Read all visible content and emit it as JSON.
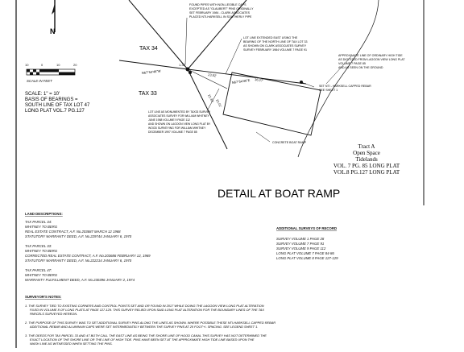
{
  "north_arrow": {
    "label": "N"
  },
  "scale_bar": {
    "ticks": [
      "10",
      "0",
      "10",
      "20"
    ],
    "unit": "SCALE IN FEET",
    "ratio": "SCALE: 1\" = 10'"
  },
  "basis": [
    "BASIS OF BEARINGS =",
    "SOUTH LINE OF TAX LOT 47",
    "LONG PLAT VOL.7 PG.127"
  ],
  "map": {
    "tax34": "TAX 34",
    "tax33": "TAX 33",
    "bearing_main": "N67°54'46\"W",
    "bearing_rotated": "N67°54'46\"E",
    "dim_a": "1.32'",
    "dim_b": "23.52'",
    "dim_c": "36.27'",
    "dim_d": "22.33'",
    "dim_e": "20.01'",
    "note_pipes": [
      "FOUND PIPES WITH NON-LEGIBLE CAPS",
      "EXCEPTED AS \"GLAUBERT\" PINS ORIGINALLY",
      "SET FEBRUARY 1984 - CLARK ASSOCIATES",
      "PLACED NTI-HARKSELL IN SOUTHERLY PIPE"
    ],
    "note_lot_line": [
      "LOT LINE EXTENDED EAST USING THE",
      "BEARING OF THE NORTH LINE OF TAX LOT 33",
      "AS SHOWN ON CLARK ASSOCIATES SURVEY",
      "SURVEY FEBRUARY 1984 VOLUME 7 PAGE 91"
    ],
    "note_high_tide": [
      "APPROXIMATE LINE OF ORDINARY HIGH TIDE",
      "AS DIGITIZED FROM LAGOON VIEW LONG PLAT",
      "VOLUME 7 PAGE 85",
      "AND AS SEEN ON THE GROUND"
    ],
    "note_rebar": [
      "SET NTI - HARKSELL CAPPED REBAR",
      "SEE SHEET 1"
    ],
    "note_lot_monument": [
      "LOT LINE AS MONUMENTED BY TAX33 SURVEY",
      "ASSOCIATES SURVEY FOR WILLIAM WHITNEY",
      "JUNE 1988 VOLUME 9 PAGE 112",
      "AND SHOWN ON LAGOON VIEW LONG PLAT BY",
      "WOOD SURVEYING FOR WILLIAM WHITNEY",
      "DECEMBER 1997 VOLUME 7 PAGE 85"
    ],
    "note_ramp": "CONCRETE BOAT RAMP",
    "tract_lines": [
      "Tract A",
      "Open Space",
      "Tidelands",
      "VOL. 7 PG. 85 LONG PLAT",
      "VOL.8 PG.127 LONG PLAT"
    ],
    "detail_title": "DETAIL AT BOAT RAMP"
  },
  "land_descriptions": {
    "heading": "LAND DESCRIPTIONS:",
    "parcels": [
      {
        "title": "TAX PARCEL 34:",
        "lines": [
          "WHITNEY TO BERG",
          "REAL ESTATE CONTRACT, A.F. No.203687  MARCH 12 1968",
          "STATUTORY WARRANTY DEED, A.F. No.229744  JANUARY 6, 1970"
        ]
      },
      {
        "title": "TAX PARCEL 33:",
        "lines": [
          "WHITNEY TO BERG",
          "CORRECTED REAL ESTATE CONTRACT, A.F. No.203686 FEBRUARY 12, 1969",
          "STATUTORY WARRANTY DEED, A.F. No.222214  JANUARY 6, 1970"
        ]
      },
      {
        "title": "TAX PARCEL 47:",
        "lines": [
          "WHITNEY TO BERG",
          "WARRANTY FULFILLMENT DEED, A.F. No.230396  JANUARY 2, 1974"
        ]
      }
    ]
  },
  "additional_surveys": {
    "heading": "ADDITIONAL SURVEYS OF RECORD",
    "items": [
      "SURVEY VOLUME 1 PAGE 28",
      "SURVEY VOLUME 7 PAGE 91",
      "SURVEY VOLUME 9 PAGE 112",
      "LONG PLAT VOLUME 7 PAGE 84-86",
      "LONG PLAT VOLUME 8 PAGE 127-129"
    ]
  },
  "surveyor_notes": {
    "heading": "SURVEYOR'S NOTES:",
    "items": [
      [
        "1.  THE SURVEY TIED TO EXISTING CORNERS AND CONTROL POINTS SET AND OR FOUND IN 2017 WHILE DOING THE LAGOON VIEW LONG PLAT ALTERATION",
        "FILED IN VOLUME 8 OF LONG PLATS AT PAGE 127-129.  THIS SURVEY RELIED UPON SAID LONG PLAT ALTERATION FOR THE BOUNDARY LINES OF THE TAX",
        "PARCELS SURVEYED HEREON."
      ],
      [
        "2.  THE PURPOSE OF THIS SURVEY WAS TO SET ADDITIONAL SURVEY PINS ALONG THE LINES AS SHOWN.  WHERE POSSIBLE THESE NTI-HARKSELL CAPPED REBAR",
        "ADDITIONAL REBAR AND ALUMINUM CAPS WERE SET INTERMEDIATELY BETWEEN THE SURVEY PINS AT 20 FOOT+/- SPACING. SEE LEGEND SHEET 1."
      ],
      [
        "3.  THE DEEDS FOR TAX PARCEL 33 AND 47 BOTH CALL THE EAST LINE AS BEING THE SHORE LINE OF HOOD CANAL THIS SURVEY HAS NOT DETERMINED THE",
        "EXACT LOCATION OF THE SHORE LINE OR THE LINE OF HIGH TIDE.  PINS HAVE BEEN SET AT THE APPROXIMATE HIGH TIDE LINE BASED UPON THE",
        "WASH LINE AS WITNESSED WHEN SETTING THE PINS."
      ]
    ]
  }
}
